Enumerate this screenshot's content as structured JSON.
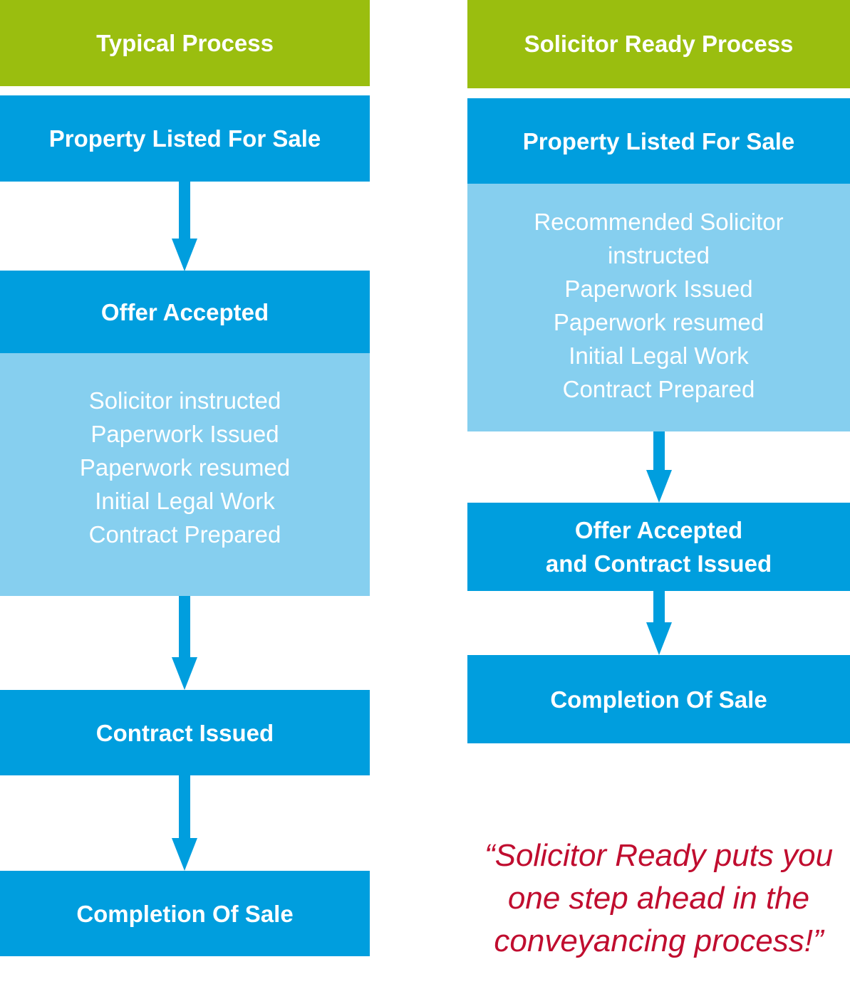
{
  "typical": {
    "header": "Typical Process",
    "step_listed": "Property Listed For Sale",
    "step_offer": "Offer Accepted",
    "details": [
      "Solicitor instructed",
      "Paperwork Issued",
      "Paperwork resumed",
      "Initial Legal Work",
      "Contract Prepared"
    ],
    "step_contract": "Contract Issued",
    "step_completion": "Completion Of Sale"
  },
  "ready": {
    "header": "Solicitor Ready Process",
    "step_listed": "Property Listed For Sale",
    "details": [
      "Recommended Solicitor",
      "instructed",
      "Paperwork Issued",
      "Paperwork resumed",
      "Initial Legal Work",
      "Contract Prepared"
    ],
    "step_offer_lines": [
      "Offer Accepted",
      "and Contract Issued"
    ],
    "step_completion": "Completion Of Sale"
  },
  "quote_lines": [
    "“Solicitor Ready puts you",
    "one step ahead in the",
    "conveyancing process!”"
  ],
  "colors": {
    "header": "#9abe0f",
    "step": "#009ede",
    "detail": "#86cfef",
    "arrow": "#009ede",
    "quote": "#c00d2f"
  }
}
